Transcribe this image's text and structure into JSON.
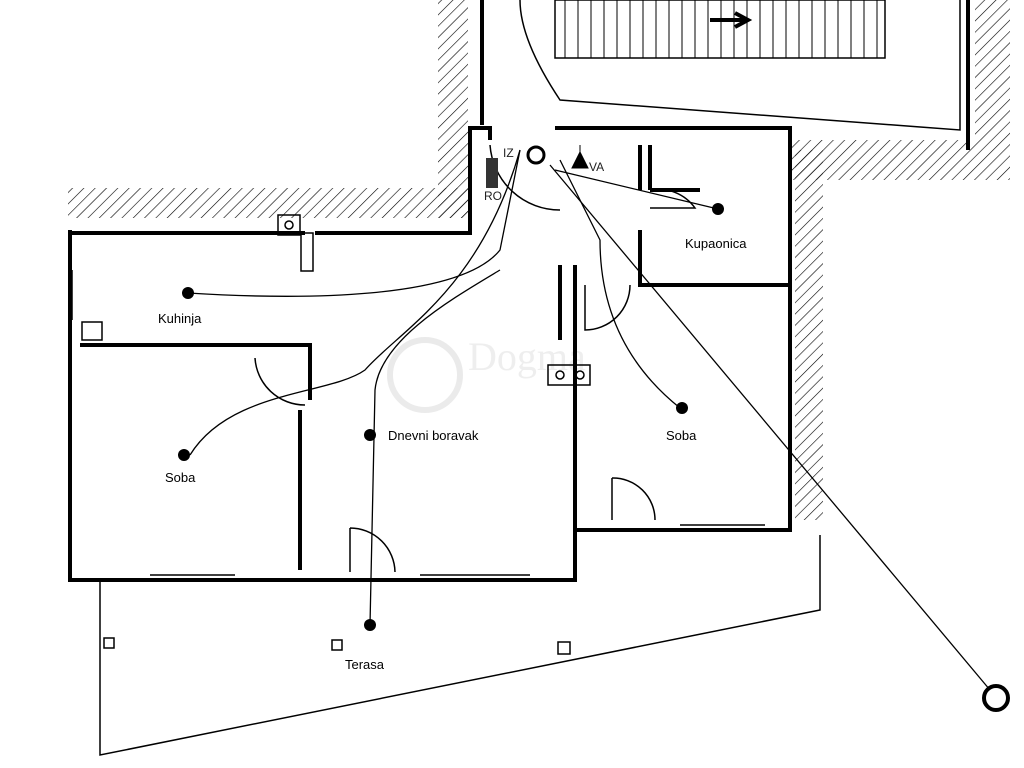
{
  "rooms": {
    "kitchen": "Kuhinja",
    "bedroom_left": "Soba",
    "living_room": "Dnevni boravak",
    "bathroom": "Kupaonica",
    "bedroom_right": "Soba",
    "terrace": "Terasa"
  },
  "fixtures": {
    "iz": "IZ",
    "ro": "RO",
    "va": "VA"
  },
  "watermark": "Dogma",
  "colors": {
    "line": "#000000",
    "hatch": "#000000",
    "watermark": "#e4e4e4"
  }
}
